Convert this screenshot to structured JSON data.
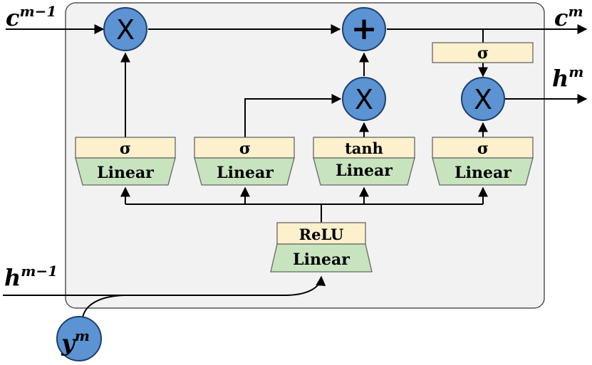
{
  "inputs": {
    "c_prev": {
      "base": "c",
      "sup": "m−1"
    },
    "h_prev": {
      "base": "h",
      "sup": "m−1"
    },
    "y": {
      "base": "y",
      "sup": "m"
    }
  },
  "outputs": {
    "c_out": {
      "base": "c",
      "sup": "m"
    },
    "h_out": {
      "base": "h",
      "sup": "m"
    }
  },
  "operators": {
    "multiply": "X",
    "add": "+"
  },
  "gates": [
    {
      "activation": "σ",
      "layer": "Linear"
    },
    {
      "activation": "σ",
      "layer": "Linear"
    },
    {
      "activation": "tanh",
      "layer": "Linear"
    },
    {
      "activation": "σ",
      "layer": "Linear"
    }
  ],
  "cell_sigma": "σ",
  "encoder": {
    "activation": "ReLU",
    "layer": "Linear"
  },
  "colors": {
    "node_fill": "#5b93d3",
    "node_stroke": "#1f3f6e",
    "activation_fill": "#fdf0cc",
    "linear_fill": "#c8e4bf",
    "container_fill": "#f2f2f2"
  }
}
